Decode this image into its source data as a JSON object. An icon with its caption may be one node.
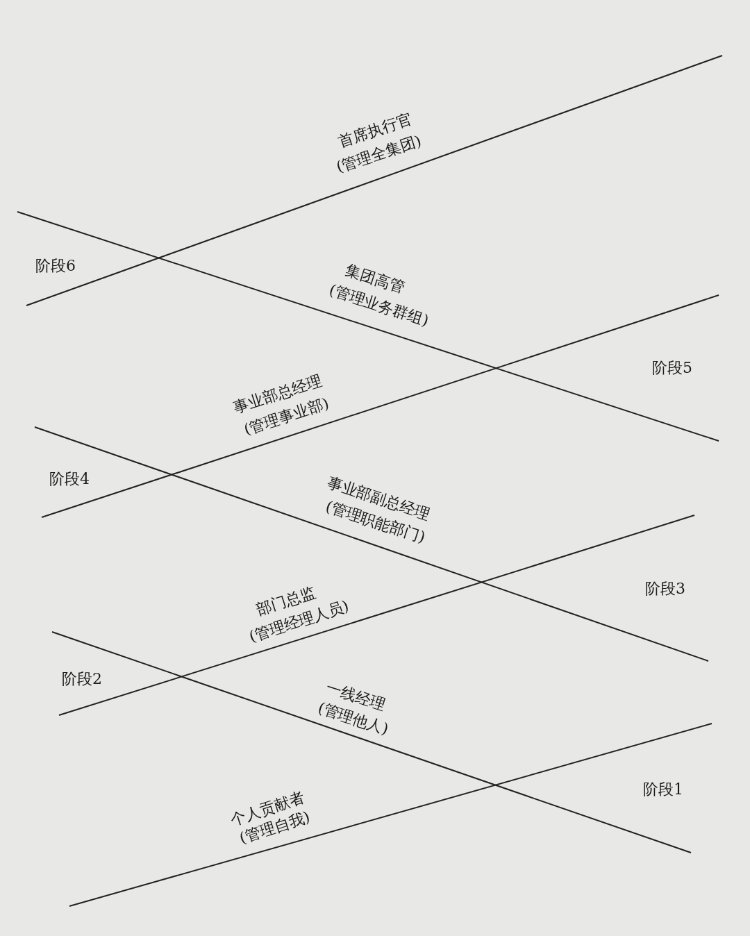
{
  "diagram": {
    "labels": [
      "首席执行官",
      "(管理全集团)",
      "阶段6",
      "集团高管",
      "(管理业务群组)",
      "阶段5",
      "事业部总经理",
      "(管理事业部)",
      "阶段4",
      "事业部副总经理",
      "(管理职能部门)",
      "阶段3",
      "部门总监",
      "(管理经理人员)",
      "阶段2",
      "一线经理",
      "(管理他人)",
      "阶段1",
      "个人贡献者",
      "(管理自我)"
    ]
  }
}
